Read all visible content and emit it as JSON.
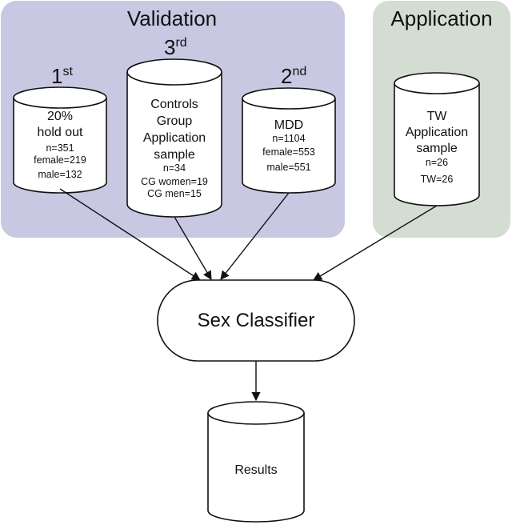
{
  "panels": {
    "validation": {
      "title": "Validation",
      "color": "#c9c8e3"
    },
    "application": {
      "title": "Application",
      "color": "#d3ddd1"
    }
  },
  "cylinders": {
    "holdout": {
      "rank": "1",
      "rank_sup": "st",
      "lines": [
        "20%",
        "hold out"
      ],
      "details": [
        "n=351",
        "female=219",
        "male=132"
      ]
    },
    "controls": {
      "rank": "3",
      "rank_sup": "rd",
      "lines": [
        "Controls",
        "Group",
        "Application",
        "sample"
      ],
      "details": [
        "n=34",
        "CG women=19",
        "CG men=15"
      ]
    },
    "mdd": {
      "rank": "2",
      "rank_sup": "nd",
      "lines": [
        "MDD"
      ],
      "details": [
        "n=1104",
        "female=553",
        "male=551"
      ]
    },
    "tw": {
      "lines": [
        "TW",
        "Application",
        "sample"
      ],
      "details": [
        "n=26",
        "TW=26"
      ]
    },
    "results": {
      "label": "Results"
    }
  },
  "classifier": {
    "label": "Sex Classifier"
  }
}
